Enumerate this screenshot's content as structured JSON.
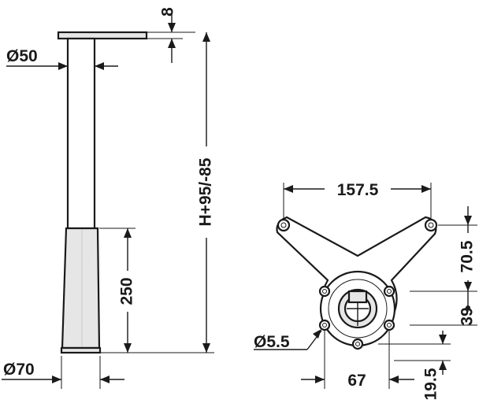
{
  "dimensions": {
    "plate_thickness": "8",
    "tube_diameter": "Ø50",
    "height": "H+95/-85",
    "lower_length": "250",
    "foot_diameter": "Ø70",
    "plate_width": "157.5",
    "plate_height": "70.5",
    "hole_offset": "39",
    "hole_diameter": "Ø5.5",
    "hole_spacing": "67",
    "bottom_offset": "19.5"
  }
}
